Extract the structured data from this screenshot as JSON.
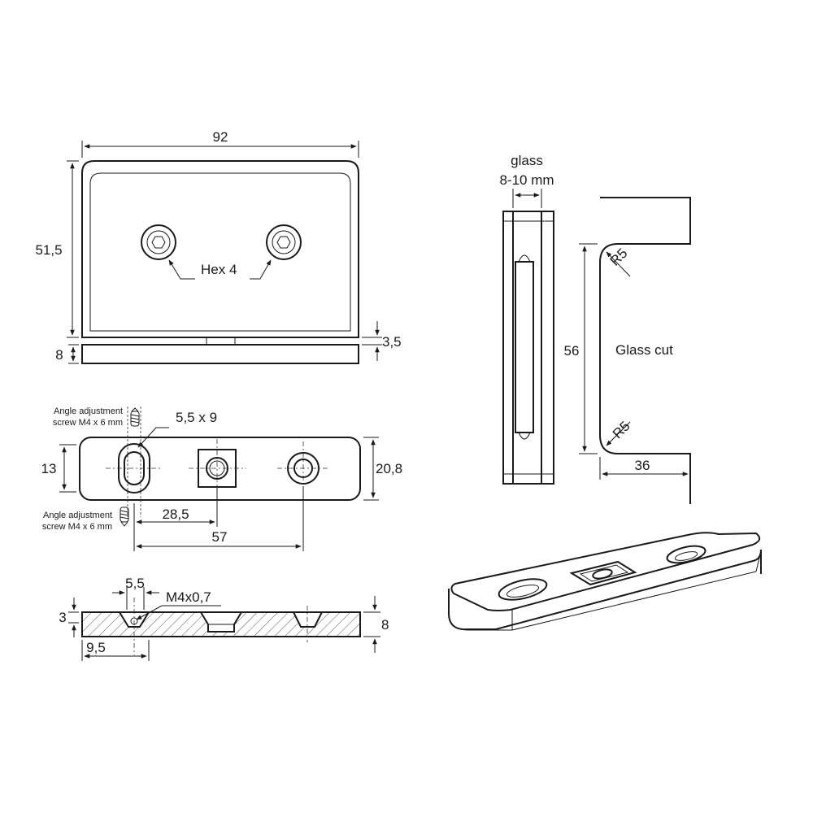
{
  "front_view": {
    "width_dim": "92",
    "height_dim": "51,5",
    "base_dim": "8",
    "gap_dim": "3,5",
    "hex_label": "Hex 4"
  },
  "side_view": {
    "glass_label_line1": "glass",
    "glass_label_line2": "8-10 mm"
  },
  "glass_cut_view": {
    "height_dim": "56",
    "radius_top": "R5",
    "radius_bottom": "R5",
    "label": "Glass cut",
    "depth_dim": "36"
  },
  "base_plate_top": {
    "slot_dim": "5,5 x 9",
    "height_dim": "13",
    "total_height_dim": "20,8",
    "dim_28_5": "28,5",
    "dim_57": "57",
    "screw_top_line1": "Angle adjustment",
    "screw_top_line2": "screw M4 x 6 mm",
    "screw_bottom_line1": "Angle adjustment",
    "screw_bottom_line2": "screw M4 x 6 mm"
  },
  "base_plate_section": {
    "dim_5_5": "5,5",
    "thread_label": "M4x0,7",
    "dim_3": "3",
    "dim_8": "8",
    "dim_9_5": "9,5"
  }
}
